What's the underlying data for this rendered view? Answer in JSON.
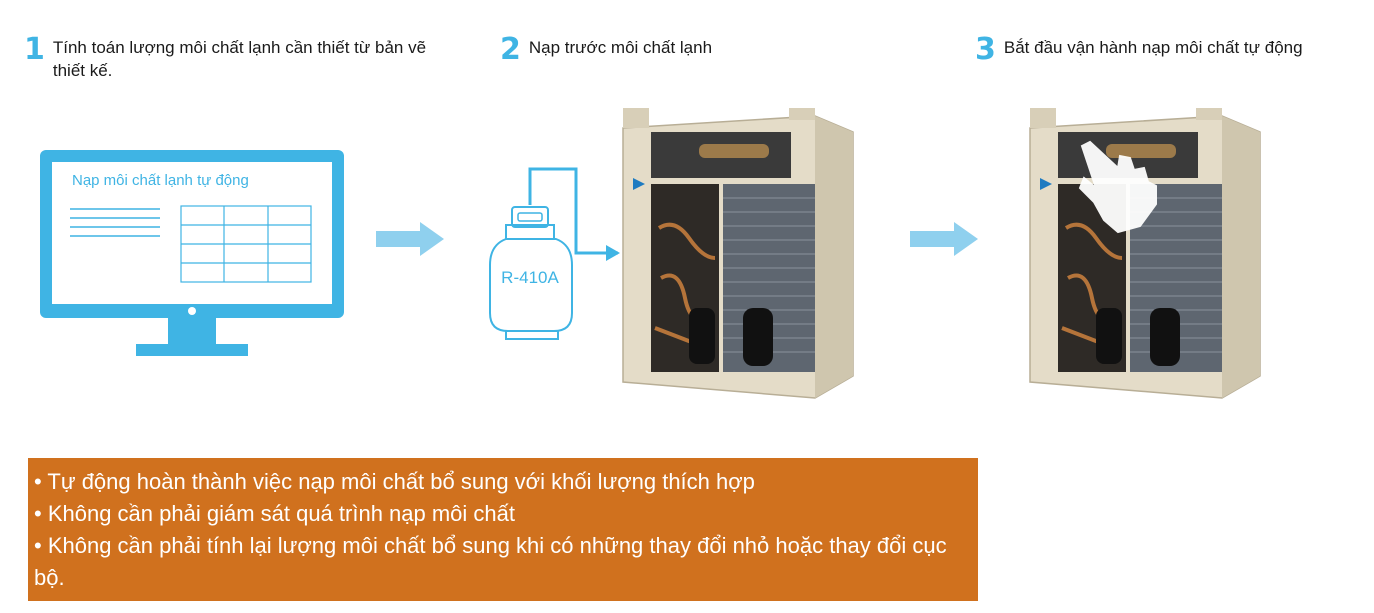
{
  "steps": [
    {
      "number": "1",
      "text": "Tính toán lượng môi chất lạnh cần thiết từ bản vẽ thiết kế."
    },
    {
      "number": "2",
      "text": "Nạp trước môi chất lạnh"
    },
    {
      "number": "3",
      "text": "Bắt đầu vận hành nạp môi chất tự động"
    }
  ],
  "monitor": {
    "title": "Nạp môi chất lạnh tự động"
  },
  "tank": {
    "label": "R-410A"
  },
  "benefits": [
    "• Tự động hoàn thành việc nạp môi chất bổ sung với khối lượng thích hợp",
    "• Không cần phải giám sát quá trình nạp môi chất",
    "• Không cần phải tính lại lượng môi chất bổ sung khi có những thay đổi nhỏ hoặc thay đổi cục bộ."
  ],
  "colors": {
    "accent_blue": "#3fb4e4",
    "light_arrow": "#8fd0ee",
    "benefit_bg": "#d0711e",
    "unit_body": "#e4dcc8"
  },
  "icons": [
    "monitor-icon",
    "arrow-right-icon",
    "refrigerant-tank-icon",
    "outdoor-unit-image",
    "hand-pointer-icon"
  ]
}
